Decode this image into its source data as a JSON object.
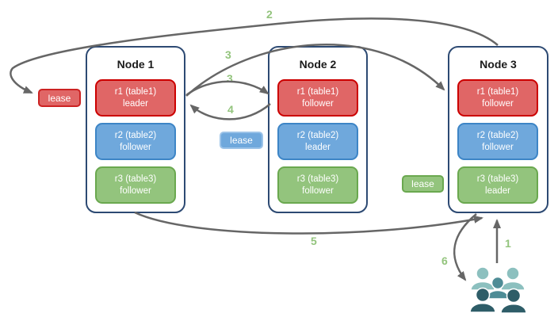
{
  "nodes": [
    {
      "title": "Node 1",
      "replicas": [
        {
          "name": "r1 (table1)",
          "role": "leader",
          "color": "red"
        },
        {
          "name": "r2 (table2)",
          "role": "follower",
          "color": "blue"
        },
        {
          "name": "r3 (table3)",
          "role": "follower",
          "color": "green"
        }
      ]
    },
    {
      "title": "Node 2",
      "replicas": [
        {
          "name": "r1 (table1)",
          "role": "follower",
          "color": "red"
        },
        {
          "name": "r2 (table2)",
          "role": "leader",
          "color": "blue"
        },
        {
          "name": "r3 (table3)",
          "role": "follower",
          "color": "green"
        }
      ]
    },
    {
      "title": "Node 3",
      "replicas": [
        {
          "name": "r1 (table1)",
          "role": "follower",
          "color": "red"
        },
        {
          "name": "r2 (table2)",
          "role": "follower",
          "color": "blue"
        },
        {
          "name": "r3 (table3)",
          "role": "leader",
          "color": "green"
        }
      ]
    }
  ],
  "leases": [
    {
      "label": "lease",
      "color": "red"
    },
    {
      "label": "lease",
      "color": "blue"
    },
    {
      "label": "lease",
      "color": "green"
    }
  ],
  "steps": [
    {
      "label": "1"
    },
    {
      "label": "2"
    },
    {
      "label": "3"
    },
    {
      "label": "3"
    },
    {
      "label": "4"
    },
    {
      "label": "5"
    },
    {
      "label": "6"
    }
  ],
  "icons": {
    "users_group": "users-group-icon"
  },
  "colors": {
    "red_fill": "#e06666",
    "red_border": "#cc0000",
    "blue_fill": "#6fa8dc",
    "blue_border": "#3d85c6",
    "green_fill": "#93c47d",
    "green_border": "#6aa84f",
    "node_border": "#2d4a73",
    "arrow": "#666666",
    "step_label": "#93c47d",
    "users_light": "#8cc0bf",
    "users_mid": "#4e8c96",
    "users_dark": "#2e5d68"
  }
}
